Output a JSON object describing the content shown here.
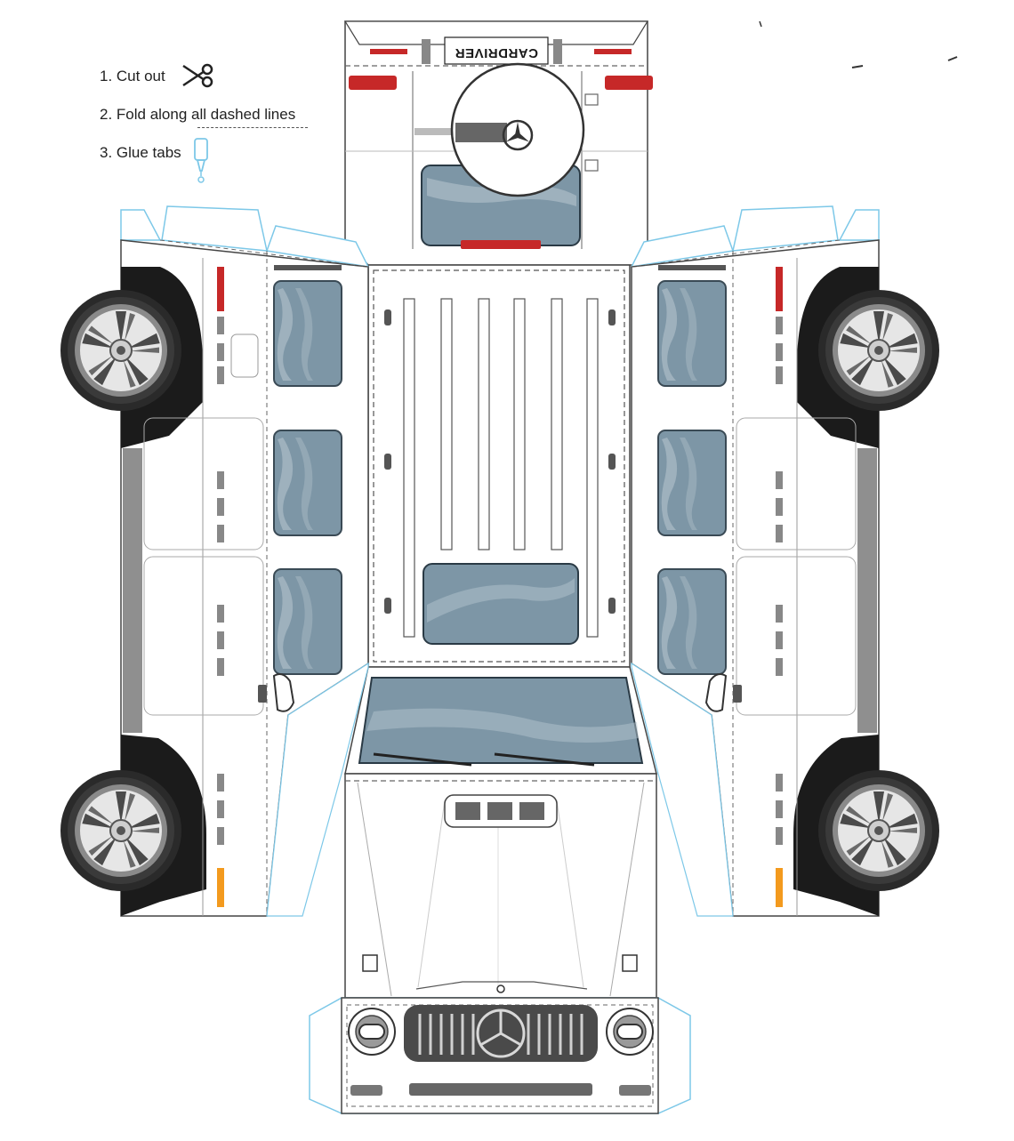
{
  "instructions": {
    "step1": "1. Cut out",
    "step2": "2. Fold along all dashed lines",
    "step3": "3. Glue tabs"
  },
  "brand": {
    "part1": "CAR",
    "part2": "DRIVER",
    "colors": {
      "primary": "#1a1a1a",
      "accent": "#c8102e",
      "badge_blue": "#1f3a8a"
    }
  },
  "colors": {
    "window": "#7d96a6",
    "window_light": "#b4c3cd",
    "body_dark": "#1b1b1b",
    "tail_light": "#c62828",
    "indicator": "#f39a1e",
    "tab_outline": "#7dc8e8",
    "trim": "#5a5a5a",
    "stripe": "#8f8f8f"
  },
  "icons": [
    "scissors-icon",
    "glue-bottle-icon",
    "mercedes-star-icon",
    "wheel-icon"
  ]
}
